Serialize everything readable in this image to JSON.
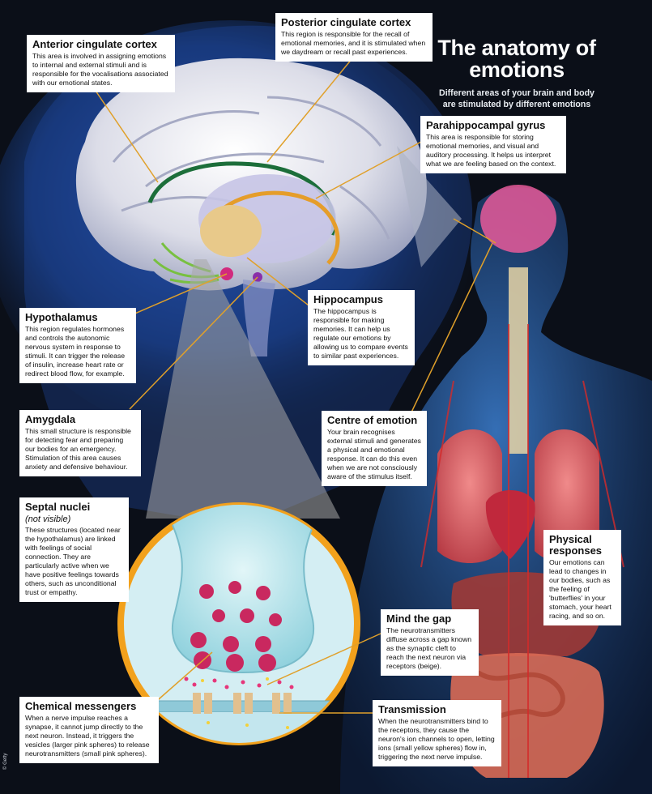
{
  "title": "The anatomy of emotions",
  "subtitle": "Different areas of your brain and body are stimulated by different emotions",
  "credit": "© Getty",
  "labels": {
    "anterior": {
      "heading": "Anterior cingulate cortex",
      "text": "This area is involved in assigning emotions to internal and external stimuli and is responsible for the vocalisations associated with our emotional states."
    },
    "posterior": {
      "heading": "Posterior cingulate cortex",
      "text": "This region is responsible for the recall of emotional memories, and it is stimulated when we daydream or recall past experiences."
    },
    "parahippocampal": {
      "heading": "Parahippocampal gyrus",
      "text": "This area is responsible for storing emotional memories, and visual and auditory processing. It helps us interpret what we are feeling based on the context."
    },
    "hippocampus": {
      "heading": "Hippocampus",
      "text": "The hippocampus is responsible for making memories. It can help us regulate our emotions by allowing us to compare events to similar past experiences."
    },
    "hypothalamus": {
      "heading": "Hypothalamus",
      "text": "This region regulates hormones and controls the autonomic nervous system in response to stimuli. It can trigger the release of insulin, increase heart rate or redirect blood flow, for example."
    },
    "amygdala": {
      "heading": "Amygdala",
      "text": "This small structure is responsible for detecting fear and preparing our bodies for an emergency. Stimulation of this area causes anxiety and defensive behaviour."
    },
    "centre": {
      "heading": "Centre of emotion",
      "text": "Your brain recognises external stimuli and generates a physical and emotional response. It can do this even when we are not consciously aware of the stimulus itself."
    },
    "septal": {
      "heading": "Septal nuclei",
      "subheading": "(not visible)",
      "text": "These structures (located near the hypothalamus) are linked with feelings of social connection. They are particularly active when we have positive feelings towards others, such as unconditional trust or empathy."
    },
    "physical": {
      "heading": "Physical responses",
      "text": "Our emotions can lead to changes in our bodies, such as the feeling of 'butterflies' in your stomach, your heart racing, and so on."
    },
    "gap": {
      "heading": "Mind the gap",
      "text": "The neurotransmitters diffuse across a gap known as the synaptic cleft to reach the next neuron via receptors (beige)."
    },
    "chemical": {
      "heading": "Chemical messengers",
      "text": "When a nerve impulse reaches a synapse, it cannot jump directly to the next neuron. Instead, it triggers the vesicles (larger pink spheres) to release neurotransmitters (small pink spheres)."
    },
    "transmission": {
      "heading": "Transmission",
      "text": "When the neurotransmitters bind to the receptors, they cause the neuron's ion channels to open, letting ions (small yellow spheres) flow in, triggering the next nerve impulse."
    }
  },
  "colors": {
    "background": "#0b0f18",
    "brain_glow": "#2f5fd0",
    "leader_line": "#e0a02a",
    "ring": "#f2a11c",
    "synapse_fluid": "#a9dfe8",
    "vesicle": "#c9285f",
    "body_glow": "#3a7fd8"
  }
}
